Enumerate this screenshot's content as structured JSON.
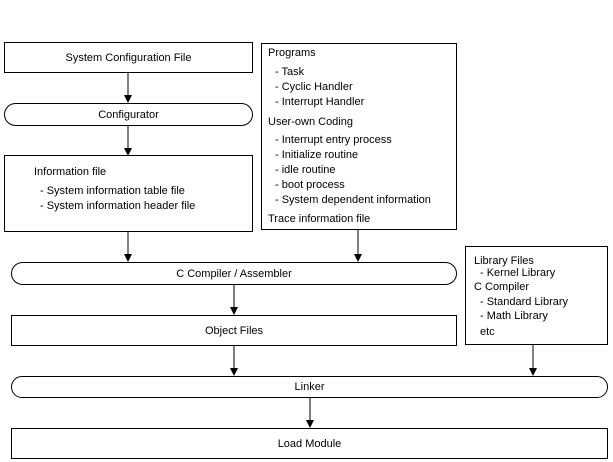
{
  "nodes": {
    "system_config_file": "System Configuration File",
    "configurator": "Configurator",
    "information_file": {
      "title": "Information file",
      "items": [
        "- System information table file",
        "- System information header file"
      ]
    },
    "programs": {
      "title": "Programs",
      "program_items": [
        "- Task",
        "- Cyclic Handler",
        "- Interrupt Handler"
      ],
      "user_coding_title": "User-own Coding",
      "user_coding_items": [
        "- Interrupt entry process",
        "- Initialize routine",
        "- idle routine",
        "- boot process",
        "- System dependent information"
      ],
      "trace_title": "Trace information file"
    },
    "compiler": "C Compiler / Assembler",
    "library_files": {
      "title": "Library Files",
      "kernel": "- Kernel Library",
      "c_compiler": "C  Compiler",
      "standard": "- Standard Library",
      "math": "- Math Library",
      "etc": "etc"
    },
    "object_files": "Object Files",
    "linker": "Linker",
    "load_module": "Load Module"
  }
}
